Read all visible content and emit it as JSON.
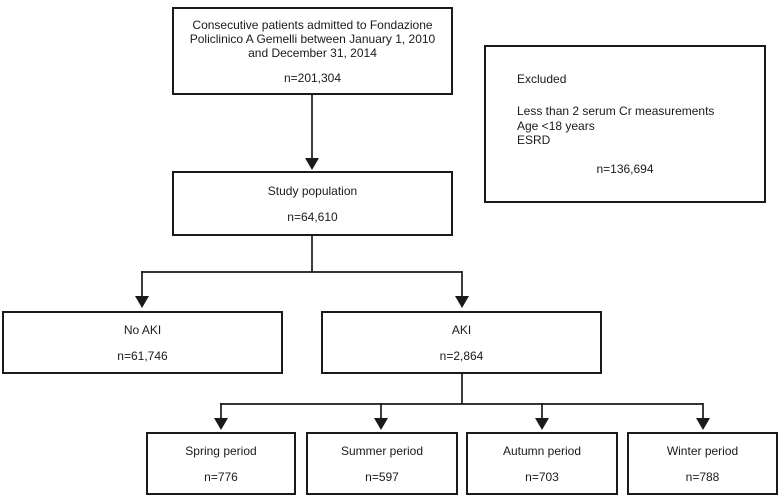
{
  "flowchart": {
    "enrollment": {
      "lines": [
        "Consecutive patients admitted to Fondazione",
        "Policlinico A Gemelli between January 1, 2010",
        "and December 31, 2014"
      ],
      "count": "n=201,304"
    },
    "excluded": {
      "title": "Excluded",
      "criteria": [
        "Less than 2 serum Cr measurements",
        "Age <18 years",
        "ESRD"
      ],
      "count": "n=136,694"
    },
    "study_population": {
      "label": "Study population",
      "count": "n=64,610"
    },
    "no_aki": {
      "label": "No AKI",
      "count": "n=61,746"
    },
    "aki": {
      "label": "AKI",
      "count": "n=2,864"
    },
    "seasons": [
      {
        "label": "Spring period",
        "count": "n=776"
      },
      {
        "label": "Summer period",
        "count": "n=597"
      },
      {
        "label": "Autumn period",
        "count": "n=703"
      },
      {
        "label": "Winter period",
        "count": "n=788"
      }
    ]
  },
  "colors": {
    "line": "#1a1a1a",
    "text": "#1a1a1a",
    "background": "#ffffff"
  }
}
